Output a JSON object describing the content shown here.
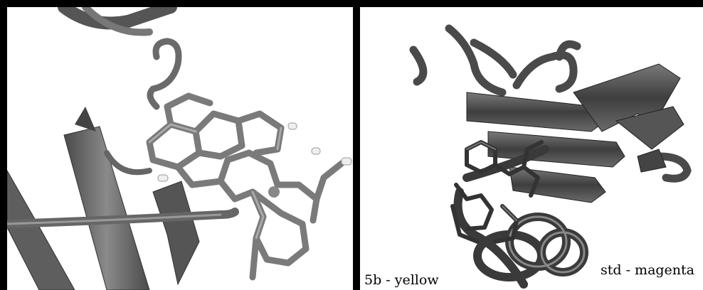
{
  "panels": {
    "left": {
      "image": "protein-ligand-closeup"
    },
    "right": {
      "image": "protein-ligand-overview",
      "captions": {
        "ligand_1": "5b - yellow",
        "ligand_2": "std - magenta"
      }
    }
  },
  "colors": {
    "frame": "#000000",
    "background": "#ffffff",
    "ribbon": "#5a5a5a",
    "stick": "#777777",
    "highlight": "#eeeeee"
  }
}
